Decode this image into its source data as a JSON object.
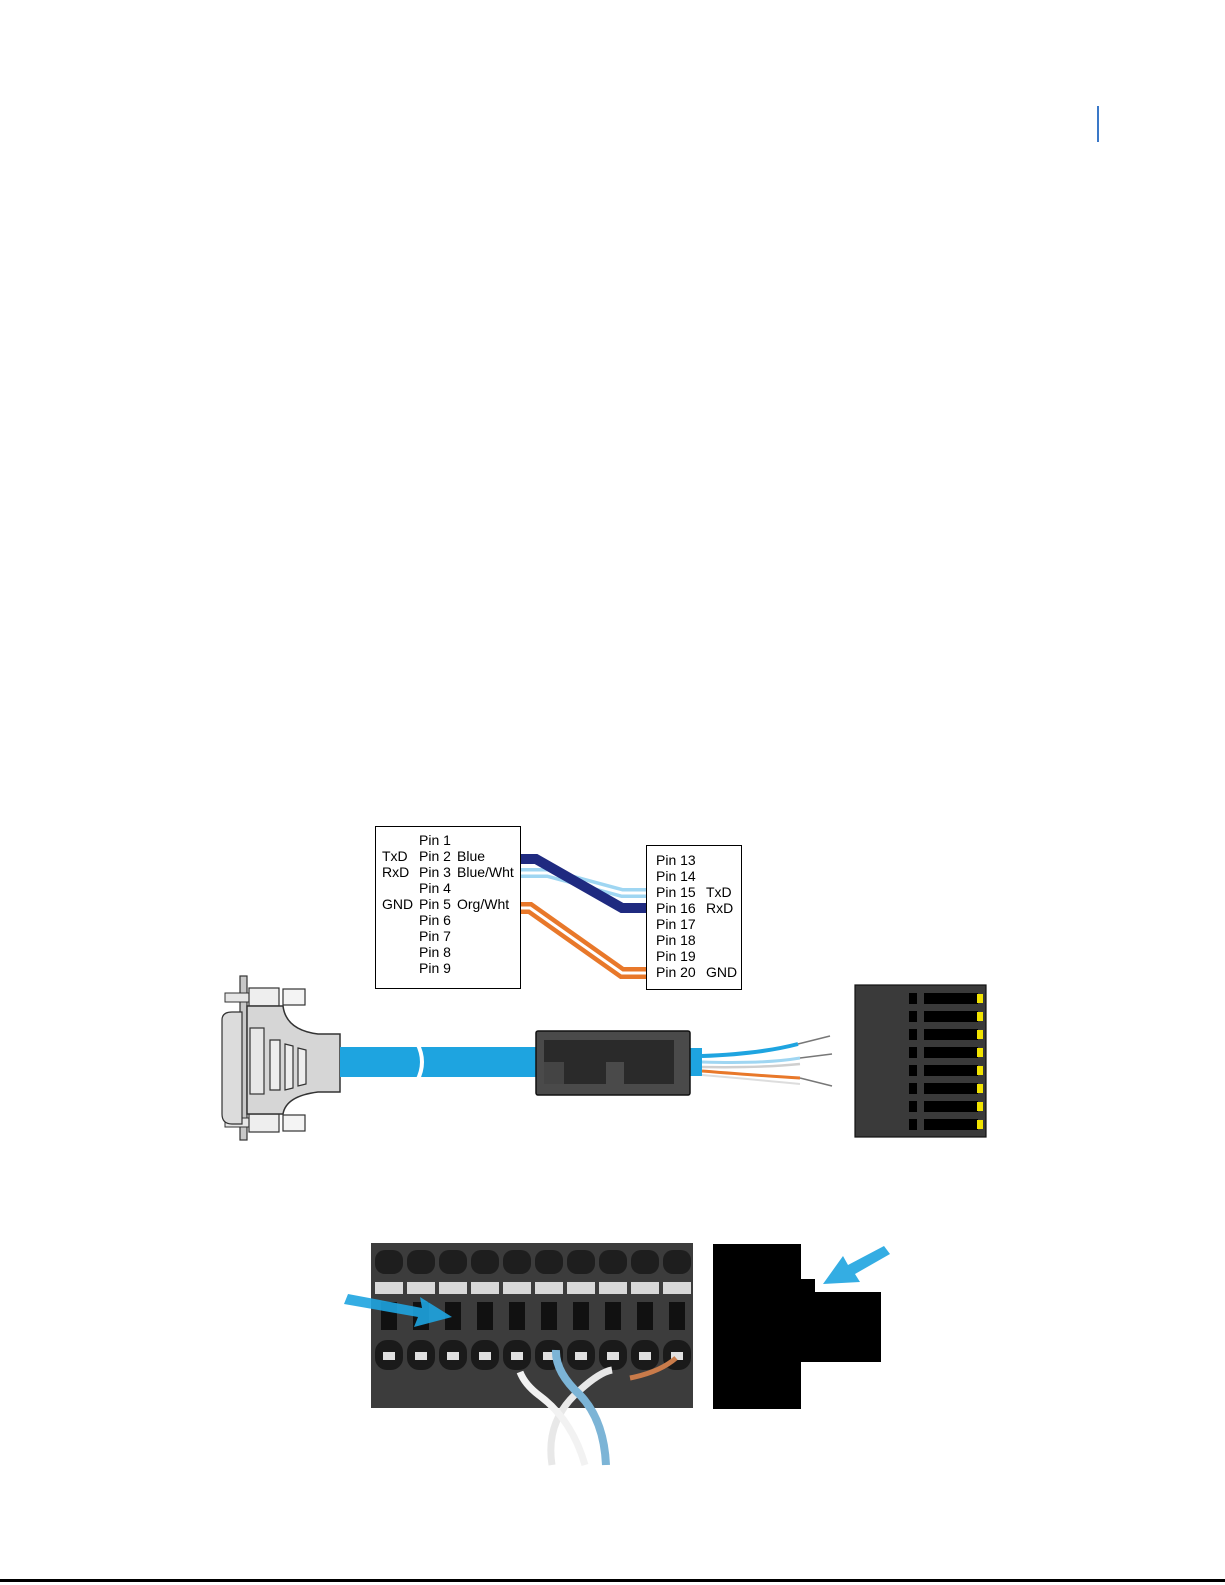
{
  "colors": {
    "pair_blue": "#1f2a80",
    "pair_light_blue": "#9fd6f2",
    "pair_orange": "#e8782a",
    "cable_blue": "#1ea4e0",
    "page_mark": "#3a78c8",
    "terminal_body": "#3a3a3a",
    "terminal_pin": "#f2e400"
  },
  "db9_box": {
    "rows": [
      {
        "signal": "",
        "pin": "Pin 1",
        "wire": ""
      },
      {
        "signal": "TxD",
        "pin": "Pin 2",
        "wire": "Blue"
      },
      {
        "signal": "RxD",
        "pin": "Pin 3",
        "wire": "Blue/Wht"
      },
      {
        "signal": "",
        "pin": "Pin 4",
        "wire": ""
      },
      {
        "signal": "GND",
        "pin": "Pin 5",
        "wire": "Org/Wht"
      },
      {
        "signal": "",
        "pin": "Pin 6",
        "wire": ""
      },
      {
        "signal": "",
        "pin": "Pin 7",
        "wire": ""
      },
      {
        "signal": "",
        "pin": "Pin 8",
        "wire": ""
      },
      {
        "signal": "",
        "pin": "Pin 9",
        "wire": ""
      }
    ]
  },
  "terminal_box": {
    "rows": [
      {
        "pin": "Pin 13",
        "signal": ""
      },
      {
        "pin": "Pin 14",
        "signal": ""
      },
      {
        "pin": "Pin 15",
        "signal": "TxD"
      },
      {
        "pin": "Pin 16",
        "signal": "RxD"
      },
      {
        "pin": "Pin 17",
        "signal": ""
      },
      {
        "pin": "Pin 18",
        "signal": ""
      },
      {
        "pin": "Pin 19",
        "signal": ""
      },
      {
        "pin": "Pin 20",
        "signal": "GND"
      }
    ]
  },
  "icons": {
    "db9": "db9-connector-icon",
    "ferrite": "ferrite-core-icon",
    "terminal": "terminal-block-icon",
    "arrow": "pointer-arrow-icon"
  }
}
